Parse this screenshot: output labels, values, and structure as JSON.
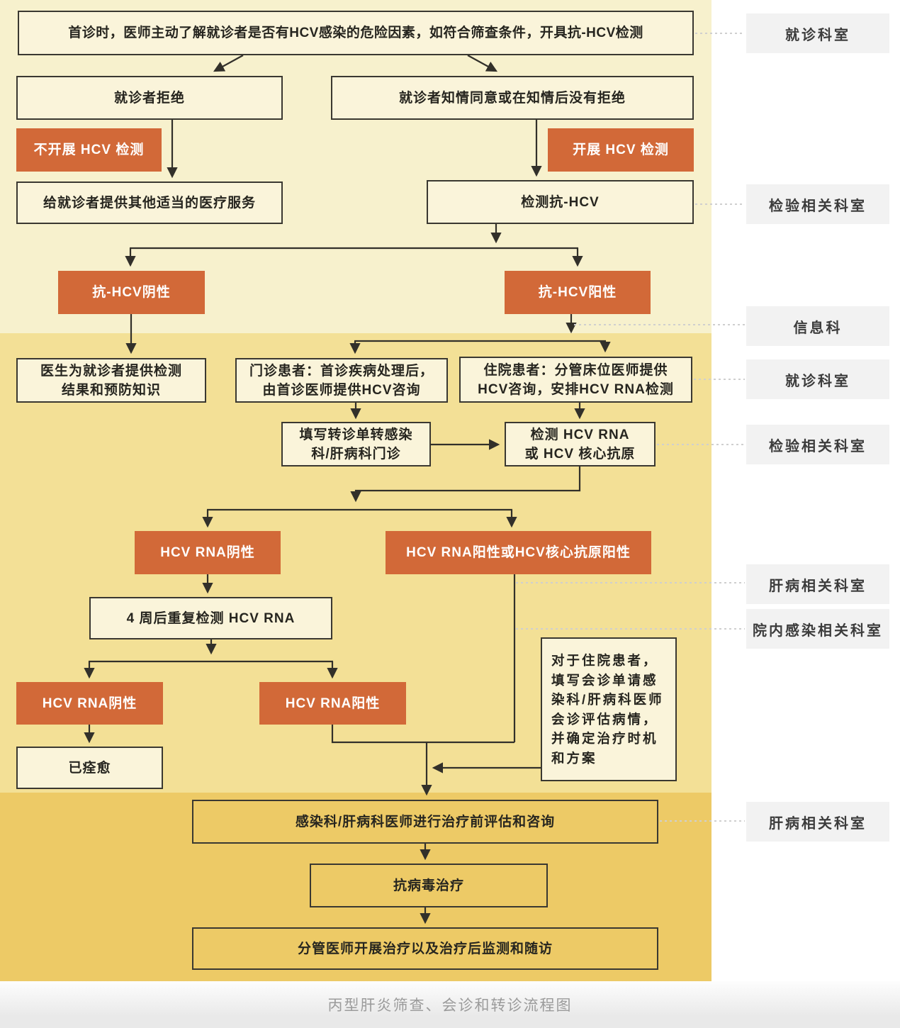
{
  "nodes": {
    "intro": "首诊时，医师主动了解就诊者是否有HCV感染的危险因素，如符合筛查条件，开具抗-HCV检测",
    "refuse": "就诊者拒绝",
    "consent": "就诊者知情同意或在知情后没有拒绝",
    "no_test": "不开展 HCV 检测",
    "do_test": "开展 HCV 检测",
    "other_services": "给就诊者提供其他适当的医疗服务",
    "test_anti_hcv": "检测抗-HCV",
    "anti_neg": "抗-HCV阴性",
    "anti_pos": "抗-HCV阳性",
    "doctor_results": "医生为就诊者提供检测\n结果和预防知识",
    "outpatient_prefix": "门诊患者：",
    "outpatient_rest": "首诊疾病处理后，\n由首诊医师提供HCV咨询",
    "inpatient_prefix": "住院患者：",
    "inpatient_rest": "分管床位医师提供\nHCV咨询，安排HCV RNA检测",
    "referral": "填写转诊单转感染\n科/肝病科门诊",
    "test_rna": "检测 HCV RNA\n或 HCV 核心抗原",
    "rna_neg1": "HCV RNA阴性",
    "rna_pos_core": "HCV RNA阳性或HCV核心抗原阳性",
    "repeat_test": "4 周后重复检测 HCV RNA",
    "rna_neg2": "HCV RNA阴性",
    "rna_pos2": "HCV RNA阳性",
    "cured": "已痊愈",
    "consult_note": "对于住院患者，\n填写会诊单请感\n染科/肝病科医师\n会诊评估病情，\n并确定治疗时机\n和方案",
    "pretreat": "感染科/肝病科医师进行治疗前评估和咨询",
    "antiviral": "抗病毒治疗",
    "followup": "分管医师开展治疗以及治疗后监测和随访"
  },
  "right_labels": [
    {
      "text": "就诊科室"
    },
    {
      "text": "检验相关科室"
    },
    {
      "text": "信息科"
    },
    {
      "text": "就诊科室"
    },
    {
      "text": "检验相关科室"
    },
    {
      "text": "肝病相关科室"
    },
    {
      "text": "院内感染相关科室"
    },
    {
      "text": "肝病相关科室"
    }
  ],
  "caption": "丙型肝炎筛查、会诊和转诊流程图",
  "colors": {
    "band_top": "#f7f1cd",
    "band_middle": "#f3e096",
    "band_bottom": "#edca66",
    "accent_orange": "#d26938",
    "line": "#32302a",
    "dash": "#cfcfcf",
    "label_bg": "#f2f2f2"
  }
}
